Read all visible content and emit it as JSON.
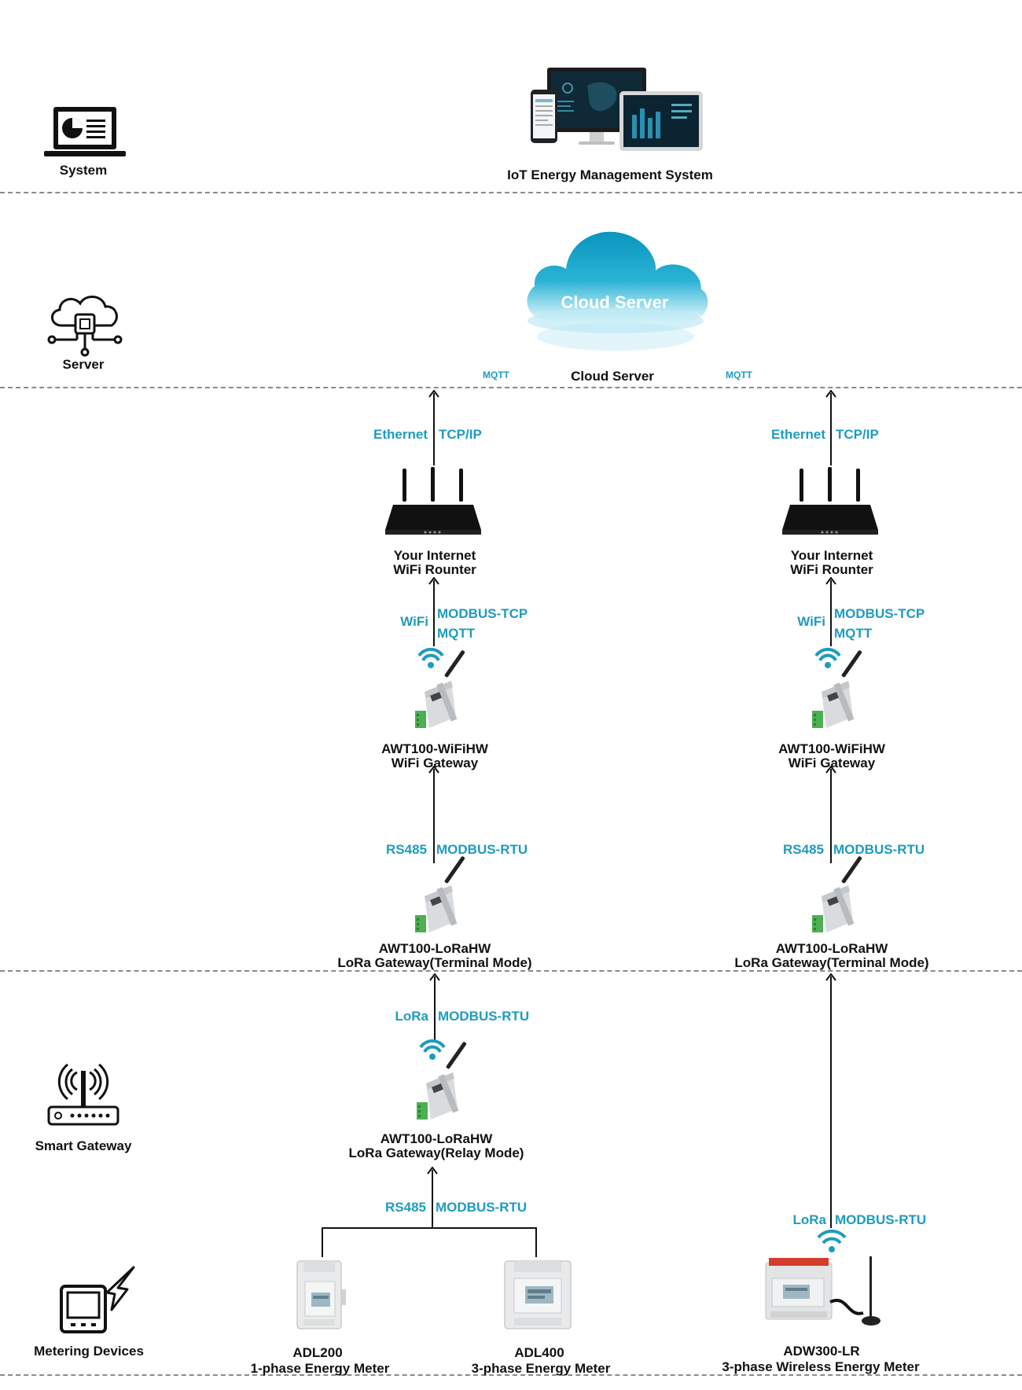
{
  "categories": {
    "system": "System",
    "server": "Server",
    "smart_gateway": "Smart Gateway",
    "metering_devices": "Metering Devices"
  },
  "top": {
    "iot_system": "IoT Energy Management System",
    "cloud_label": "Cloud Server",
    "cloud_caption": "Cloud Server",
    "mqtt_left": "MQTT",
    "mqtt_right": "MQTT"
  },
  "columns": [
    {
      "ethernet": "Ethernet",
      "tcpip": "TCP/IP",
      "router_title": [
        "Your Internet",
        "WiFi Rounter"
      ],
      "wifi": "WiFi",
      "modbus_tcp": "MODBUS-TCP",
      "mqtt": "MQTT",
      "wifi_gw": [
        "AWT100-WiFiHW",
        "WiFi Gateway"
      ],
      "rs485": "RS485",
      "modbus_rtu": "MODBUS-RTU",
      "lora_gw": [
        "AWT100-LoRaHW",
        "LoRa Gateway(Terminal Mode)"
      ]
    },
    {
      "ethernet": "Ethernet",
      "tcpip": "TCP/IP",
      "router_title": [
        "Your Internet",
        "WiFi Rounter"
      ],
      "wifi": "WiFi",
      "modbus_tcp": "MODBUS-TCP",
      "mqtt": "MQTT",
      "wifi_gw": [
        "AWT100-WiFiHW",
        "WiFi Gateway"
      ],
      "rs485": "RS485",
      "modbus_rtu": "MODBUS-RTU",
      "lora_gw": [
        "AWT100-LoRaHW",
        "LoRa Gateway(Terminal Mode)"
      ]
    }
  ],
  "relay": {
    "lora": "LoRa",
    "modbus_rtu": "MODBUS-RTU",
    "title": [
      "AWT100-LoRaHW",
      "LoRa Gateway(Relay Mode)"
    ],
    "rs485": "RS485",
    "modbus_rtu2": "MODBUS-RTU"
  },
  "meters": {
    "adl200": [
      "ADL200",
      "1-phase Energy Meter"
    ],
    "adl400": [
      "ADL400",
      "3-phase Energy Meter"
    ],
    "adw300": [
      "ADW300-LR",
      "3-phase Wireless Energy Meter"
    ],
    "lora": "LoRa",
    "modbus_rtu": "MODBUS-RTU"
  },
  "colors": {
    "accent": "#1e9bbf",
    "cloud_dark": "#1aa3c8",
    "cloud_light": "#cdeff7",
    "line": "#111111",
    "divider": "#8a8a8a"
  }
}
